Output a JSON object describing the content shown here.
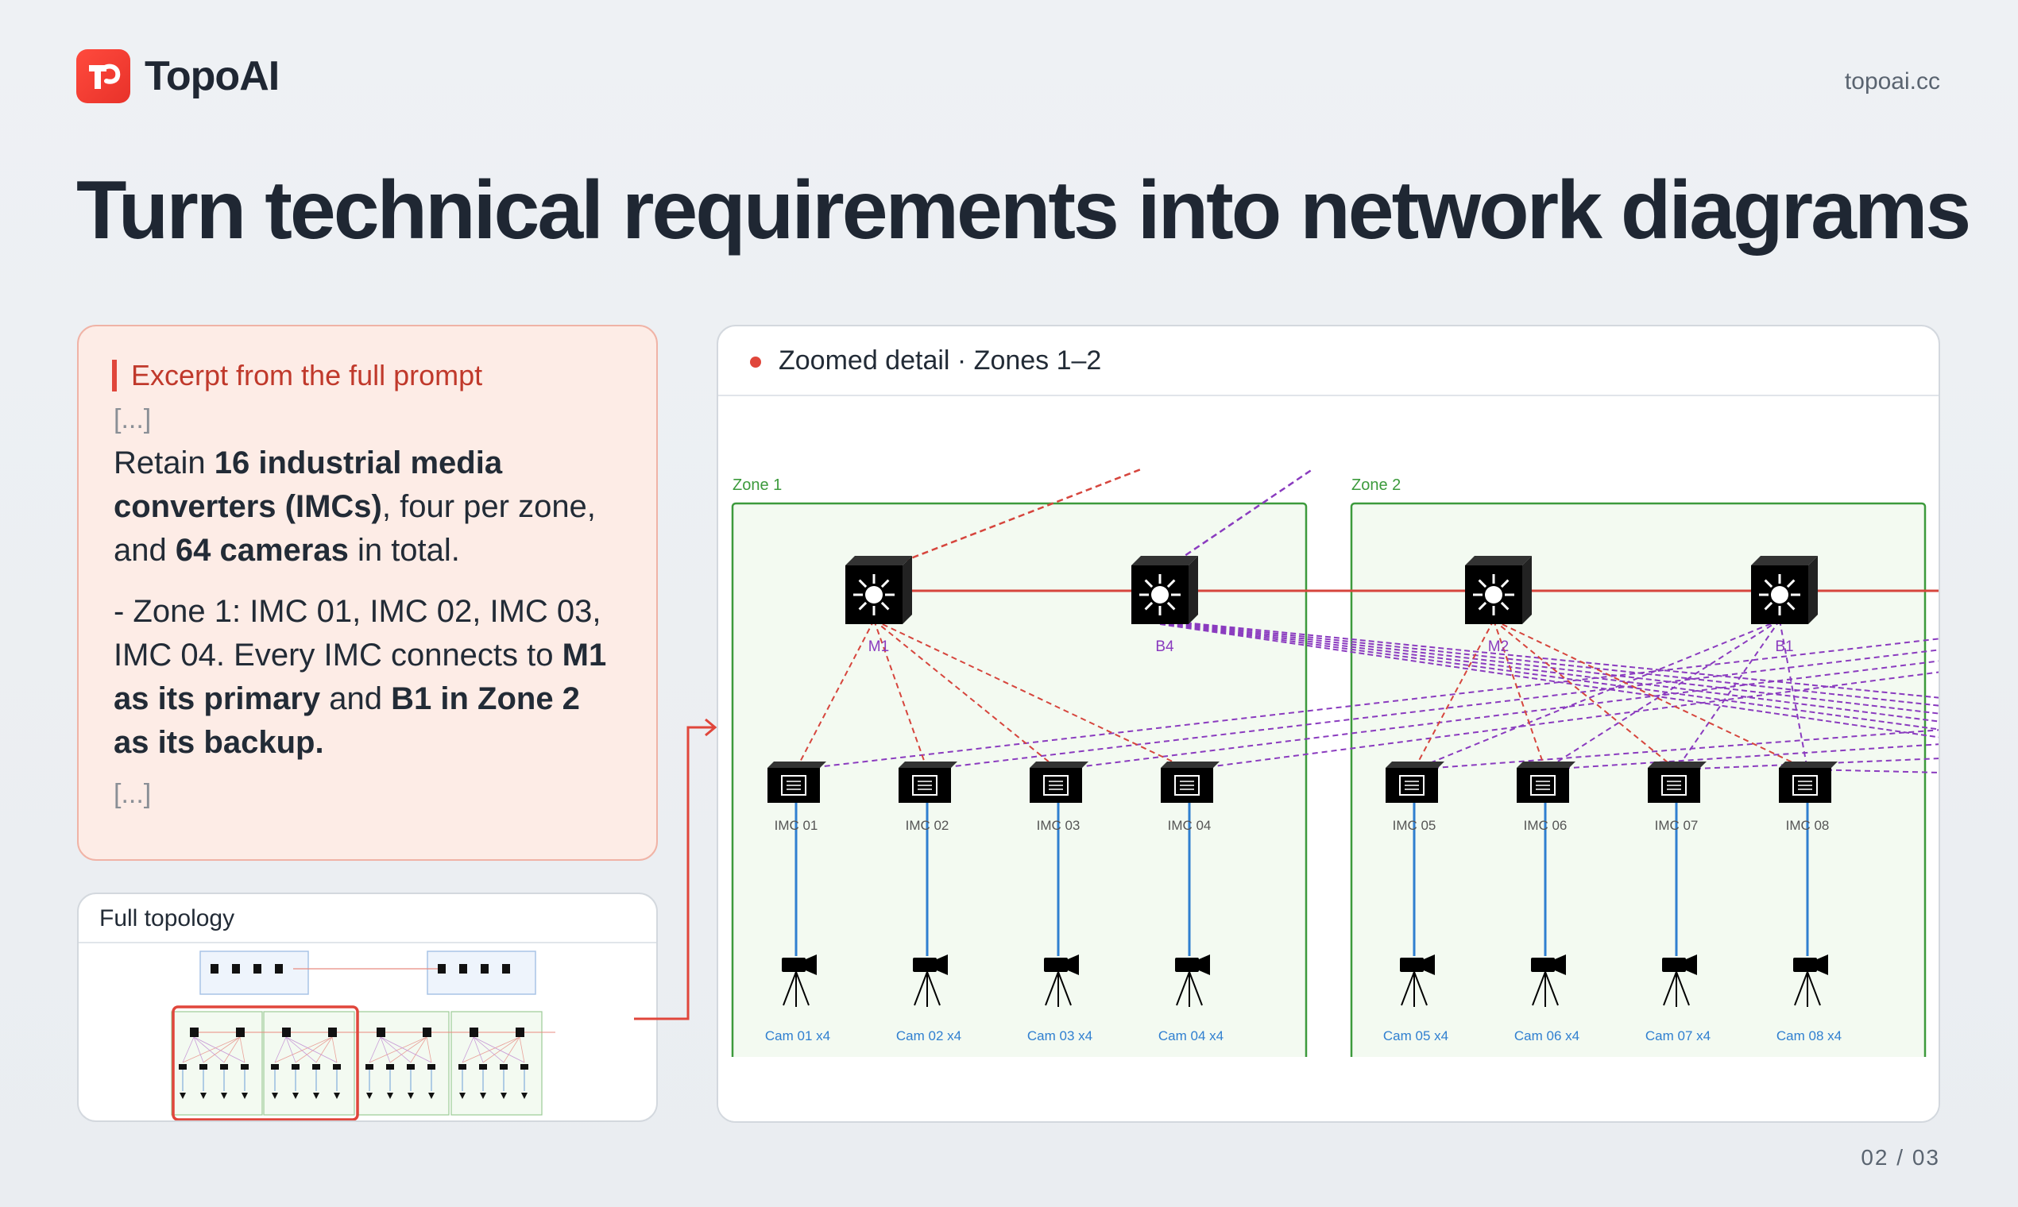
{
  "header": {
    "brand": "TopoAI",
    "site": "topoai.cc",
    "headline": "Turn technical requirements into network diagrams"
  },
  "prompt_card": {
    "label": "Excerpt from the full prompt",
    "ellipsis_top": "[...]",
    "ellipsis_bottom": "[...]",
    "p1": [
      {
        "t": "Retain ",
        "b": false
      },
      {
        "t": "16 industrial media converters (IMCs)",
        "b": true
      },
      {
        "t": ", four per zone, and ",
        "b": false
      },
      {
        "t": "64 cameras",
        "b": true
      },
      {
        "t": " in total.",
        "b": false
      }
    ],
    "p2": [
      {
        "t": "- Zone 1: IMC 01, IMC 02, IMC 03, IMC 04. Every IMC connects to ",
        "b": false
      },
      {
        "t": "M1 as its primary",
        "b": true
      },
      {
        "t": " and ",
        "b": false
      },
      {
        "t": "B1 in Zone 2 as its backup.",
        "b": true
      }
    ]
  },
  "full_topology": {
    "title": "Full topology"
  },
  "zoom": {
    "title": "Zoomed detail · Zones 1–2",
    "zones": [
      "Zone 1",
      "Zone 2"
    ],
    "switches": [
      "M1",
      "B4",
      "M2",
      "B1"
    ],
    "imcs": [
      "IMC 01",
      "IMC 02",
      "IMC 03",
      "IMC 04",
      "IMC 05",
      "IMC 06",
      "IMC 07",
      "IMC 08"
    ],
    "cams": [
      "Cam 01 x4",
      "Cam 02 x4",
      "Cam 03 x4",
      "Cam 04 x4",
      "Cam 05 x4",
      "Cam 06 x4",
      "Cam 07 x4",
      "Cam 08 x4"
    ]
  },
  "colors": {
    "accent": "#e0463b",
    "primary_link": "#d6453d",
    "backup_link": "#8a3bbf",
    "camera_link": "#2f7fd0",
    "zone_border": "#3c9a3c",
    "zone_fill": "#f3faf1",
    "label_blue": "#2f7fd0"
  },
  "page": "02 / 03"
}
